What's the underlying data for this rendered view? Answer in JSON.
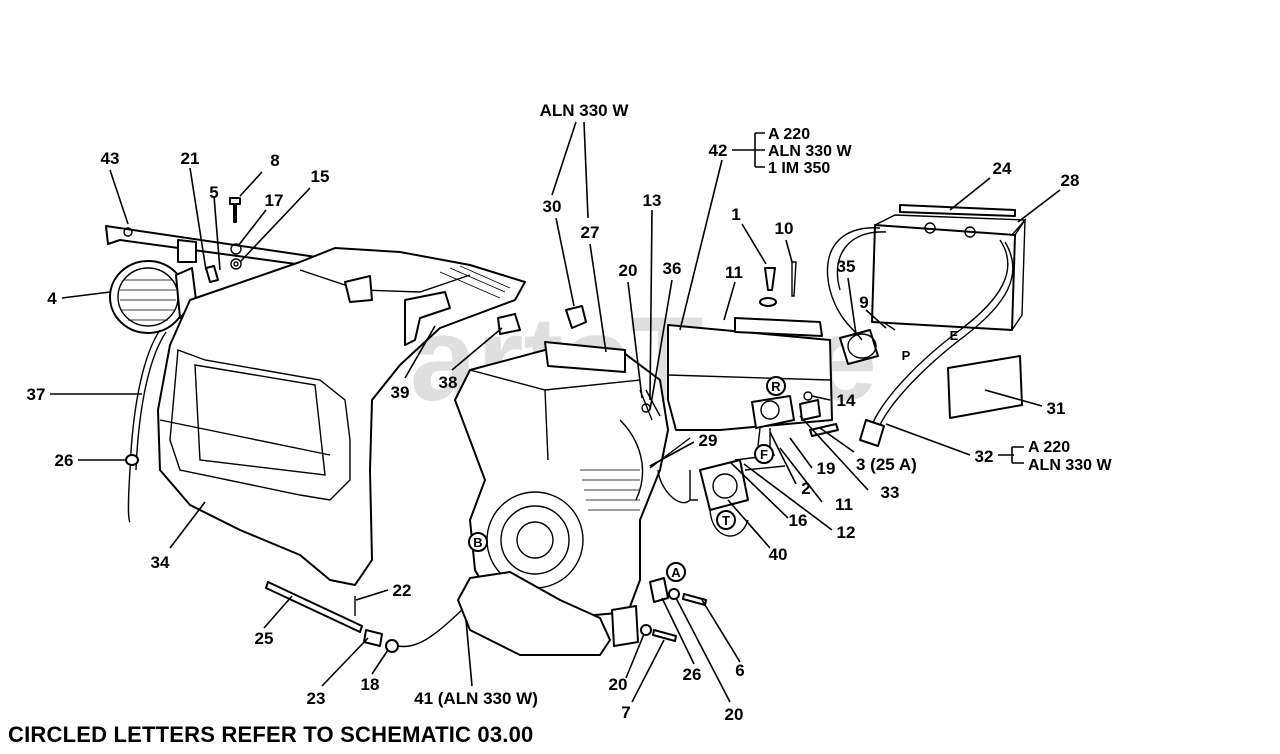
{
  "watermark": "PartsTree",
  "footer": "CIRCLED LETTERS REFER TO SCHEMATIC 03.00",
  "callouts": {
    "c1": "1",
    "c2": "2",
    "c3": "3 (25 A)",
    "c4": "4",
    "c5": "5",
    "c6": "6",
    "c7": "7",
    "c8": "8",
    "c9": "9",
    "c10": "10",
    "c11a": "11",
    "c11b": "11",
    "c12": "12",
    "c13": "13",
    "c14": "14",
    "c15": "15",
    "c16": "16",
    "c17": "17",
    "c18": "18",
    "c19": "19",
    "c20a": "20",
    "c20b": "20",
    "c20c": "20",
    "c21": "21",
    "c22": "22",
    "c23": "23",
    "c24": "24",
    "c25": "25",
    "c26a": "26",
    "c26b": "26",
    "c27": "27",
    "c28": "28",
    "c29": "29",
    "c30": "30",
    "c31": "31",
    "c32": "32",
    "c33": "33",
    "c34": "34",
    "c35": "35",
    "c36": "36",
    "c37": "37",
    "c38": "38",
    "c39": "39",
    "c40": "40",
    "c41": "41 (ALN 330 W)",
    "c42": "42",
    "c43": "43"
  },
  "model_groups": {
    "top": "ALN 330 W",
    "g42": [
      "A 220",
      "ALN 330 W",
      "1 IM 350"
    ],
    "g32": [
      "A 220",
      "ALN 330 W"
    ]
  },
  "schematic_letters": {
    "a": "A",
    "b": "B",
    "e": "E",
    "f": "F",
    "p": "P",
    "r": "R",
    "t": "T"
  }
}
